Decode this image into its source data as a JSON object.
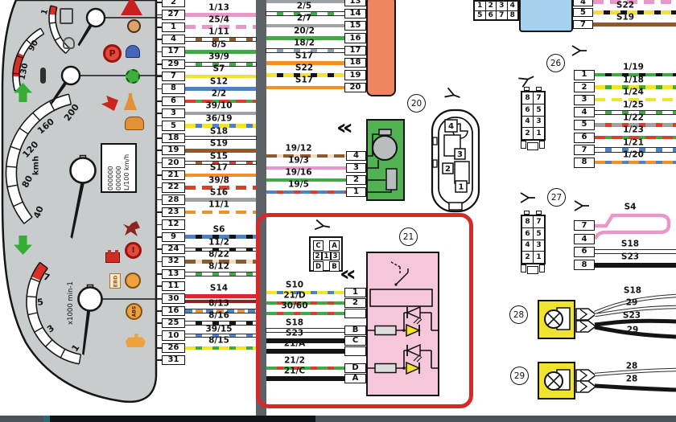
{
  "annotation": {
    "highlight_color": "#d8282a"
  },
  "colors": {
    "cluster_body": "#c8cccd",
    "trunk": "#5d6266",
    "orange_block": "#ef8660",
    "green_block": "#52b152",
    "blue_block": "#a6d1ee",
    "lamp_yellow": "#efe32e",
    "pink_block": "#f6c7da",
    "bottom_bar": "#4a535b",
    "bottom_bar_dark": "#101418",
    "bottom_bar_teal": "#2a6b72"
  },
  "wire_styles": {
    "pink": {
      "c": "#e898c6"
    },
    "pink_white": {
      "c": "#e898c6",
      "d": "#ffffff"
    },
    "white_brown": {
      "c": "#ffffff",
      "d": "#8c5a2e",
      "o": 1
    },
    "green": {
      "c": "#41aa47"
    },
    "white_green": {
      "c": "#ffffff",
      "d": "#41aa47",
      "o": 1
    },
    "yellow": {
      "c": "#f3e32b"
    },
    "blue": {
      "c": "#4d82c4"
    },
    "red_green": {
      "c": "#de3d2c",
      "d": "#41aa47"
    },
    "gray": {
      "c": "#9fa2a4"
    },
    "yellow_blue": {
      "c": "#f3e32b",
      "d": "#4d82c4"
    },
    "white_thin": {
      "c": "#ffffff",
      "o": 1,
      "h": 3
    },
    "brown": {
      "c": "#8c5a2e"
    },
    "white_red_thin": {
      "c": "#ffffff",
      "d": "#de3d2c",
      "o": 1,
      "h": 3
    },
    "orange": {
      "c": "#f09029"
    },
    "red_white": {
      "c": "#de3d2c",
      "d": "#ffffff"
    },
    "orange_white": {
      "c": "#f09029",
      "d": "#ffffff"
    },
    "blue_black": {
      "c": "#4d82c4",
      "d": "#141414"
    },
    "white_black_thin": {
      "c": "#ffffff",
      "d": "#141414",
      "o": 1,
      "h": 3
    },
    "brown_white": {
      "c": "#8c5a2e",
      "d": "#f2dcc3"
    },
    "dark_red": {
      "c": "#8e2322"
    },
    "blue_orange": {
      "multi": [
        "#4d82c4",
        "#ffffff",
        "#f09029",
        "#ffffff"
      ],
      "o": 1
    },
    "white_black": {
      "c": "#ffffff",
      "d": "#141414",
      "o": 1
    },
    "white_blue_thin": {
      "c": "#ffffff",
      "d": "#4d82c4",
      "o": 1,
      "h": 3
    },
    "yellow_green": {
      "c": "#f3e32b",
      "d": "#41aa47"
    },
    "black": {
      "c": "#141414",
      "h": 6
    },
    "green_red": {
      "c": "#41aa47",
      "d": "#de3d2c"
    },
    "yellow_black": {
      "c": "#f3e32b",
      "d": "#141414"
    },
    "white": {
      "c": "#ffffff",
      "o": 1
    },
    "white_bluegray": {
      "c": "#ffffff",
      "d": "#8aa0b4",
      "o": 1
    },
    "blue_red": {
      "c": "#4d82c4",
      "d": "#de3d2c"
    },
    "green_black": {
      "c": "#41aa47",
      "d": "#141414"
    },
    "yellow_white": {
      "c": "#f3e32b",
      "d": "#ffffff"
    },
    "white_blue": {
      "c": "#ffffff",
      "d": "#4d82c4",
      "o": 1
    },
    "orange_blue": {
      "c": "#f09029",
      "d": "#4d82c4"
    },
    "gray_red": {
      "c": "#9fa2a4",
      "d": "#de3d2c"
    }
  },
  "cluster": {
    "speedometer": {
      "unit": "kmh",
      "ticks": [
        "40",
        "80",
        "120",
        "160",
        "200"
      ]
    },
    "tachometer": {
      "unit": "x1000 min-1",
      "ticks": [
        "1",
        "3",
        "5",
        "7"
      ]
    },
    "temp_gauge": {
      "ticks": [
        "90",
        "130"
      ]
    },
    "fuel_gauge": {
      "ticks": [
        "1"
      ]
    },
    "lcd": {
      "lines": [
        "000000",
        "000000",
        "L/100 km/h"
      ]
    },
    "indicators": {
      "parking_brake": "P",
      "brake_warning": "!",
      "ebd": "EBD",
      "abs": "ABS"
    },
    "icon_names": [
      "hazard-warning",
      "brake-pad-warning",
      "fuel-pump",
      "immobilizer-key",
      "parking-brake",
      "high-beam",
      "turn-lamp",
      "door-ajar",
      "seatbelt",
      "immobilizer-car",
      "lamp-failure",
      "brake-warning",
      "battery",
      "ebd",
      "exter-lamp",
      "abs",
      "oil-pressure",
      "turn-up-arrow",
      "turn-down-arrow",
      "thermometer"
    ]
  },
  "cluster_connector": {
    "pins": [
      {
        "n": "2",
        "label": "",
        "wire": null
      },
      {
        "n": "27",
        "label": "1/13",
        "wire": "pink"
      },
      {
        "n": "1",
        "label": "25/4",
        "wire": "pink_white"
      },
      {
        "n": "4",
        "label": "1/11",
        "wire": "white_brown"
      },
      {
        "n": "17",
        "label": "8/5",
        "wire": "green"
      },
      {
        "n": "29",
        "label": "39/9",
        "wire": "white_green"
      },
      {
        "n": "7",
        "label": "S7",
        "wire": "yellow"
      },
      {
        "n": "8",
        "label": "S12",
        "wire": "blue"
      },
      {
        "n": "6",
        "label": "2/2",
        "wire": "red_green"
      },
      {
        "n": "3",
        "label": "39/10",
        "wire": "gray"
      },
      {
        "n": "5",
        "label": "36/19",
        "wire": "yellow_blue"
      },
      {
        "n": "18",
        "label": "S18",
        "wire": "white_thin"
      },
      {
        "n": "19",
        "label": "S19",
        "wire": "brown"
      },
      {
        "n": "20",
        "label": "S15",
        "wire": "white_red_thin"
      },
      {
        "n": "21",
        "label": "S17",
        "wire": "orange"
      },
      {
        "n": "22",
        "label": "39/8",
        "wire": "red_white"
      },
      {
        "n": "28",
        "label": "S16",
        "wire": "gray"
      },
      {
        "n": "23",
        "label": "11/1",
        "wire": "orange_white"
      },
      {
        "n": "12",
        "label": "",
        "wire": null
      },
      {
        "n": "9",
        "label": "S6",
        "wire": "blue_black"
      },
      {
        "n": "24",
        "label": "11/2",
        "wire": "white_black_thin"
      },
      {
        "n": "32",
        "label": "8/22",
        "wire": "brown_white"
      },
      {
        "n": "13",
        "label": "8/12",
        "wire": "white_green"
      },
      {
        "n": "11",
        "label": "",
        "wire": null
      },
      {
        "n": "30",
        "label": "S14",
        "wire": "dark_red"
      },
      {
        "n": "16",
        "label": "8/13",
        "wire": "blue_orange"
      },
      {
        "n": "25",
        "label": "8/16",
        "wire": "white_black"
      },
      {
        "n": "10",
        "label": "39/15",
        "wire": "white_blue_thin"
      },
      {
        "n": "26",
        "label": "8/15",
        "wire": "yellow_green"
      },
      {
        "n": "31",
        "label": "",
        "wire": null
      }
    ]
  },
  "harness_connector": {
    "pins": [
      {
        "n": "13",
        "label": "",
        "wire": "gray"
      },
      {
        "n": "14",
        "label": "2/5",
        "wire": "white_green"
      },
      {
        "n": "15",
        "label": "2/7",
        "wire": "gray"
      },
      {
        "n": "16",
        "label": "20/2",
        "wire": "green"
      },
      {
        "n": "17",
        "label": "18/2",
        "wire": "white_bluegray"
      },
      {
        "n": "18",
        "label": "S17",
        "wire": "orange"
      },
      {
        "n": "19",
        "label": "S22",
        "wire": "yellow_black"
      },
      {
        "n": "20",
        "label": "S17",
        "wire": "orange"
      }
    ]
  },
  "connector_20": {
    "circle": "20",
    "face_cells": [
      "4",
      "3",
      "2",
      "1"
    ],
    "pins": [
      {
        "n": "4",
        "label": "19/12",
        "wire": "brown_white"
      },
      {
        "n": "3",
        "label": "19/3",
        "wire": "pink"
      },
      {
        "n": "2",
        "label": "19/16",
        "wire": "green"
      },
      {
        "n": "1",
        "label": "19/5",
        "wire": "blue_red"
      }
    ]
  },
  "connector_21": {
    "circle": "21",
    "face": {
      "top": [
        "C",
        "A"
      ],
      "mid": [
        "2",
        "1",
        "3"
      ],
      "bottom": [
        "D",
        "B"
      ]
    },
    "pins": [
      {
        "n": "1",
        "label": "S10",
        "wire": "yellow_blue"
      },
      {
        "n": "2",
        "label": "21/D",
        "wire": "green_red"
      },
      {
        "n": "",
        "label": "30/60",
        "wire": "green_red"
      },
      {
        "n": "B",
        "label": "S18",
        "wire": "white"
      },
      {
        "n": "C",
        "label": "S23",
        "wire": "black"
      },
      {
        "n": "",
        "label": "21/A",
        "wire": "black"
      },
      {
        "n": "D",
        "label": "21/2",
        "wire": "green_red"
      },
      {
        "n": "A",
        "label": "21/C",
        "wire": "black"
      }
    ]
  },
  "pin_legend": {
    "rows": [
      [
        "1",
        "2",
        "3",
        "4"
      ],
      [
        "5",
        "6",
        "7",
        "8"
      ]
    ]
  },
  "blue_connector": {
    "pins": [
      {
        "n": "4",
        "label": "",
        "wire": "pink_white"
      },
      {
        "n": "5",
        "label": "S22",
        "wire": "yellow_black"
      },
      {
        "n": "7",
        "label": "S19",
        "wire": "brown"
      }
    ]
  },
  "connector_26": {
    "circle": "26",
    "face_rows": [
      [
        "8",
        "7"
      ],
      [
        "6",
        "5"
      ],
      [
        "4",
        "3"
      ],
      [
        "2",
        "1"
      ]
    ],
    "pins": [
      {
        "n": "1",
        "label": "1/19",
        "wire": "green_black"
      },
      {
        "n": "2",
        "label": "1/18",
        "wire": "yellow_green"
      },
      {
        "n": "3",
        "label": "1/24",
        "wire": "yellow_white"
      },
      {
        "n": "4",
        "label": "1/25",
        "wire": "white_green"
      },
      {
        "n": "5",
        "label": "1/22",
        "wire": "gray_red"
      },
      {
        "n": "6",
        "label": "1/23",
        "wire": "red_green"
      },
      {
        "n": "7",
        "label": "1/21",
        "wire": "white_blue"
      },
      {
        "n": "8",
        "label": "1/20",
        "wire": "orange_blue"
      }
    ]
  },
  "connector_27": {
    "circle": "27",
    "face_rows": [
      [
        "8",
        "7"
      ],
      [
        "6",
        "5"
      ],
      [
        "4",
        "3"
      ],
      [
        "2",
        "1"
      ]
    ],
    "jumper_label": "S4",
    "pins": [
      {
        "n": "7",
        "label": "",
        "wire": null
      },
      {
        "n": "4",
        "label": "",
        "wire": null
      },
      {
        "n": "6",
        "label": "S18",
        "wire": "white"
      },
      {
        "n": "8",
        "label": "S23",
        "wire": "black"
      }
    ]
  },
  "lamp_28": {
    "circle": "28",
    "wires": [
      {
        "t": "S18"
      },
      {
        "t": "29"
      },
      {
        "t": "S23"
      },
      {
        "t": "29"
      }
    ]
  },
  "lamp_29": {
    "circle": "29",
    "wires": [
      {
        "t": "28"
      },
      {
        "t": "28"
      }
    ]
  }
}
